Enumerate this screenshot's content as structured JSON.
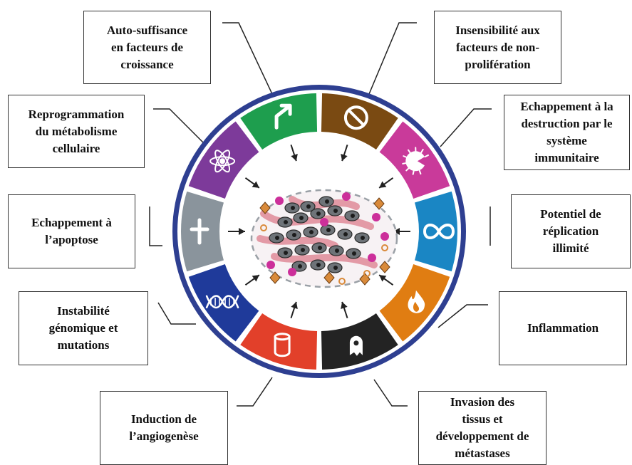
{
  "diagram": {
    "ring_border_color": "#2e3f91",
    "arrow_color": "#222222",
    "segments": [
      {
        "id": "growth",
        "color": "#1e9e4e",
        "icon": "bent-arrow-icon"
      },
      {
        "id": "antigrowth",
        "color": "#7a4a12",
        "icon": "prohibition-icon"
      },
      {
        "id": "immune",
        "color": "#c93a9a",
        "icon": "pacman-cell-icon"
      },
      {
        "id": "replication",
        "color": "#1a86c4",
        "icon": "infinity-icon"
      },
      {
        "id": "inflammation",
        "color": "#e07d12",
        "icon": "flame-icon"
      },
      {
        "id": "invasion",
        "color": "#232323",
        "icon": "ghost-cell-icon"
      },
      {
        "id": "angiogenesis",
        "color": "#e2402a",
        "icon": "vessel-tube-icon"
      },
      {
        "id": "genome",
        "color": "#1f3a9a",
        "icon": "dna-icon"
      },
      {
        "id": "apoptosis",
        "color": "#8a949c",
        "icon": "cross-icon"
      },
      {
        "id": "metabolism",
        "color": "#7d3a9a",
        "icon": "atom-icon"
      }
    ]
  },
  "labels": {
    "growth": "Auto-suffisance\nen facteurs de\ncroissance",
    "antigrowth": "Insensibilité aux\nfacteurs de non-\nprolifération",
    "immune": "Echappement à la\ndestruction par le\nsystème\nimmunitaire",
    "replication": "Potentiel de\nréplication\nillimité",
    "inflammation": "Inflammation",
    "invasion": "Invasion des\ntissus et\ndéveloppement de\nmétastases",
    "angiogenesis": "Induction de\nl’angiogenèse",
    "genome": "Instabilité\ngénomique et\nmutations",
    "apoptosis": "Echappement à\nl’apoptose",
    "metabolism": "Reprogrammation\ndu métabolisme\ncellulaire"
  }
}
